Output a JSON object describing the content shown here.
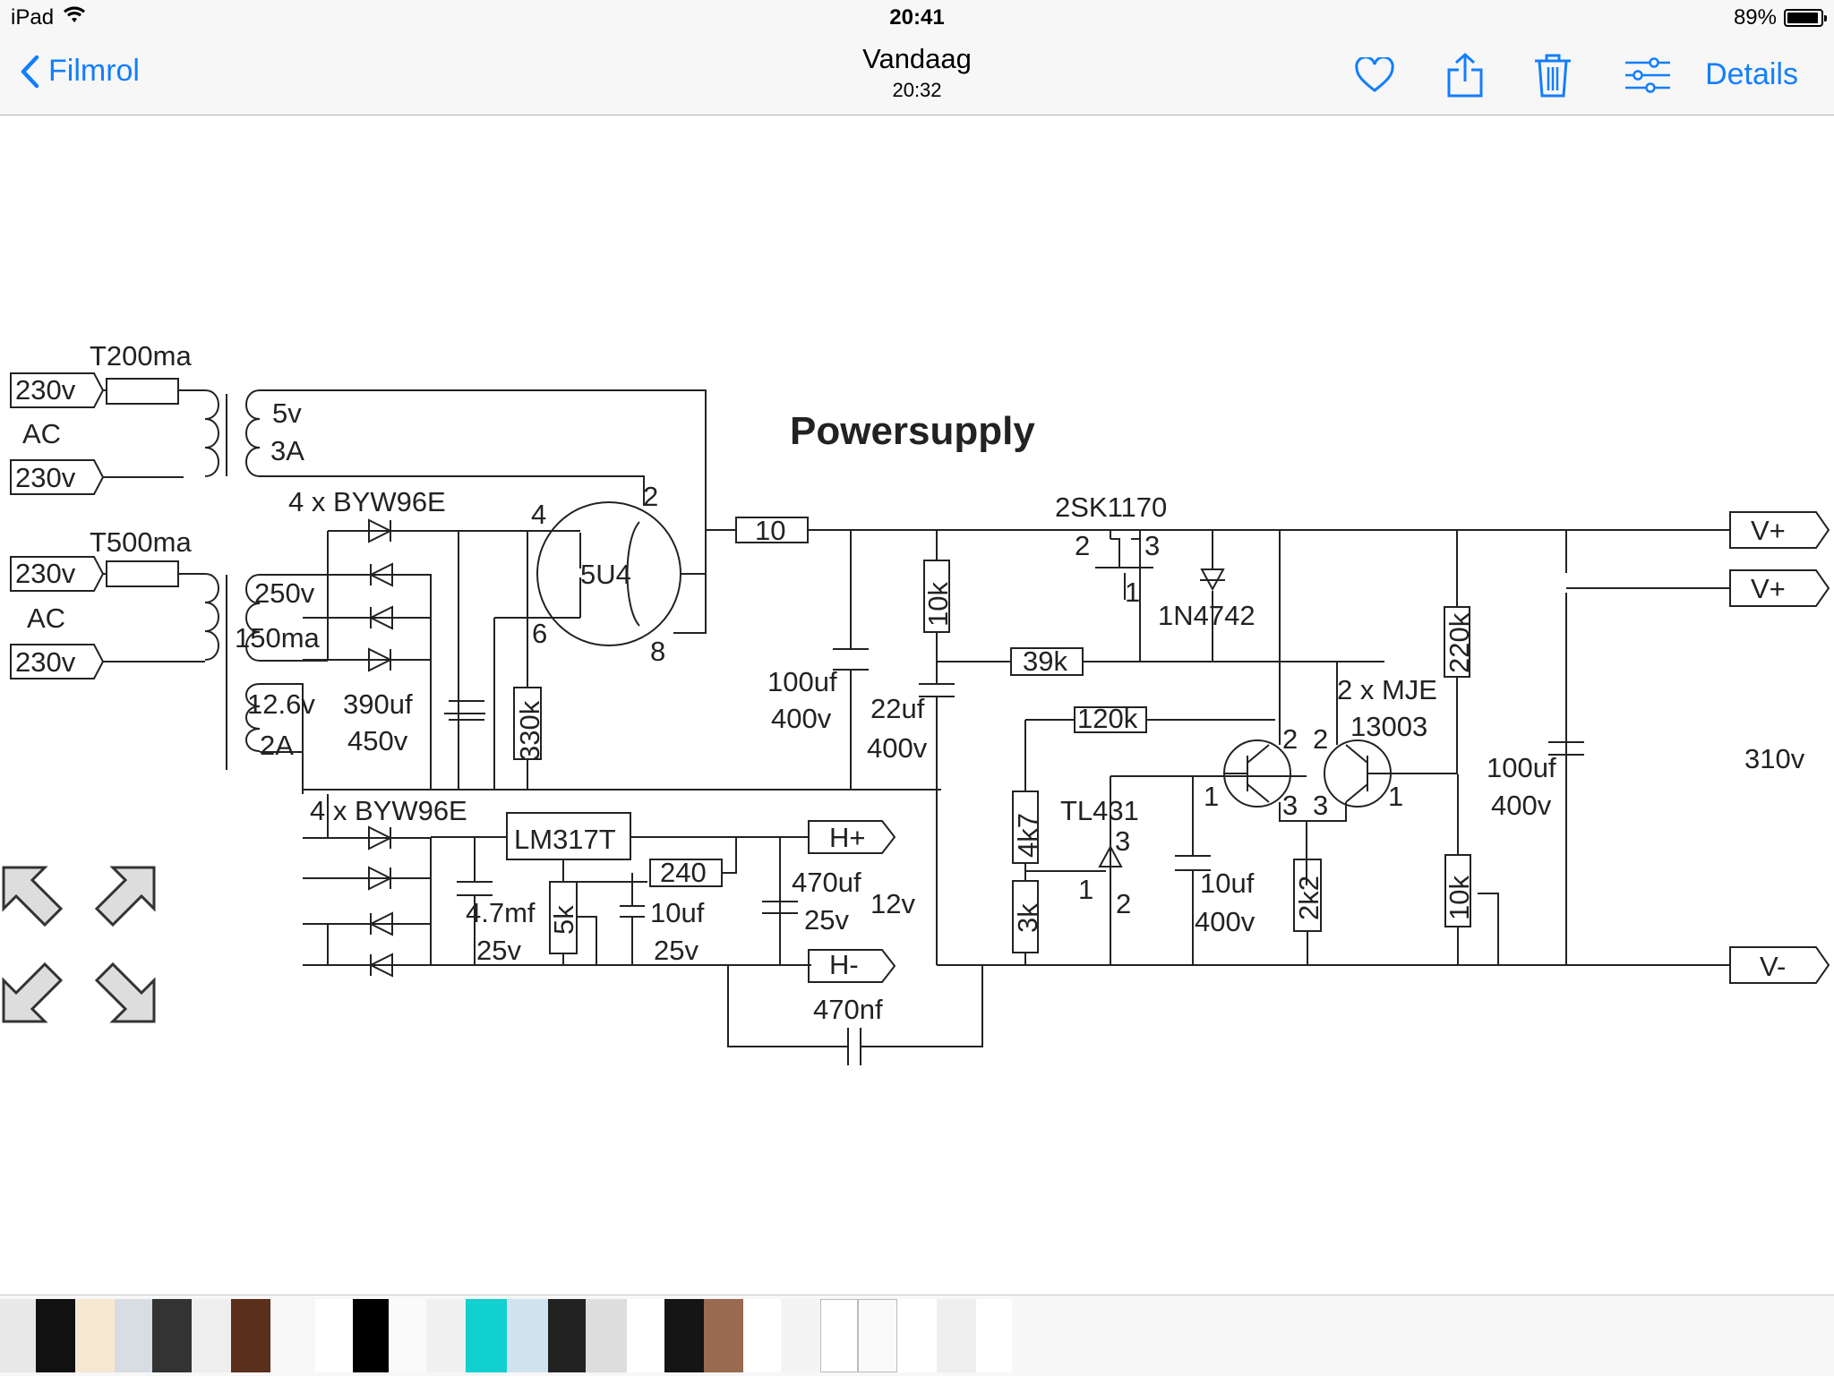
{
  "status_bar": {
    "device": "iPad",
    "time": "20:41",
    "battery": "89%",
    "battery_level": 0.89
  },
  "nav": {
    "back_label": "Filmrol",
    "title": "Vandaag",
    "subtitle": "20:32",
    "details_label": "Details",
    "icons": [
      "heart-icon",
      "share-icon",
      "trash-icon",
      "adjust-icon"
    ]
  },
  "schematic": {
    "title": "Powersupply",
    "inputs": {
      "ac_label": "AC",
      "voltage": "230v",
      "fuse1": "T200ma",
      "fuse2": "T500ma"
    },
    "transformer": {
      "sec1_v": "5v",
      "sec1_a": "3A",
      "sec2_v": "250v",
      "sec2_a": "150ma",
      "sec3_v": "12.6v",
      "sec3_a": "2A"
    },
    "rectifier_label": "4 x BYW96E",
    "tube": {
      "name": "5U4",
      "pin2": "2",
      "pin4": "4",
      "pin6": "6",
      "pin8": "8"
    },
    "parts": {
      "r10": "10",
      "c390_a": "390uf",
      "c390_b": "450v",
      "r330k": "330k",
      "c100_a": "100uf",
      "c100_b": "400v",
      "r10k": "10k",
      "c22_a": "22uf",
      "c22_b": "400v",
      "mosfet": "2SK1170",
      "pin_2": "2",
      "pin_3": "3",
      "pin_1": "1",
      "zener": "1N4742",
      "r39k": "39k",
      "r220k": "220k",
      "r120k": "120k",
      "bjt_label_a": "2 x MJE",
      "bjt_label_b": "13003",
      "r4k7": "4k7",
      "r3k": "3k",
      "tl431": "TL431",
      "c10_a": "10uf",
      "c10_b": "400v",
      "r2k2": "2k2",
      "pot10k": "10k",
      "out_v": "310v",
      "reg": "LM317T",
      "r240": "240",
      "c4700_a": "4.7mf",
      "c4700_b": "25v",
      "pot5k": "5k",
      "c10l_a": "10uf",
      "c10l_b": "25v",
      "c470_a": "470uf",
      "c470_b": "25v",
      "v12": "12v",
      "c470n": "470nf"
    },
    "outputs": {
      "vp": "V+",
      "vm": "V-",
      "hp": "H+",
      "hm": "H-"
    }
  },
  "filmstrip": {
    "thumbnail_count": 26
  }
}
